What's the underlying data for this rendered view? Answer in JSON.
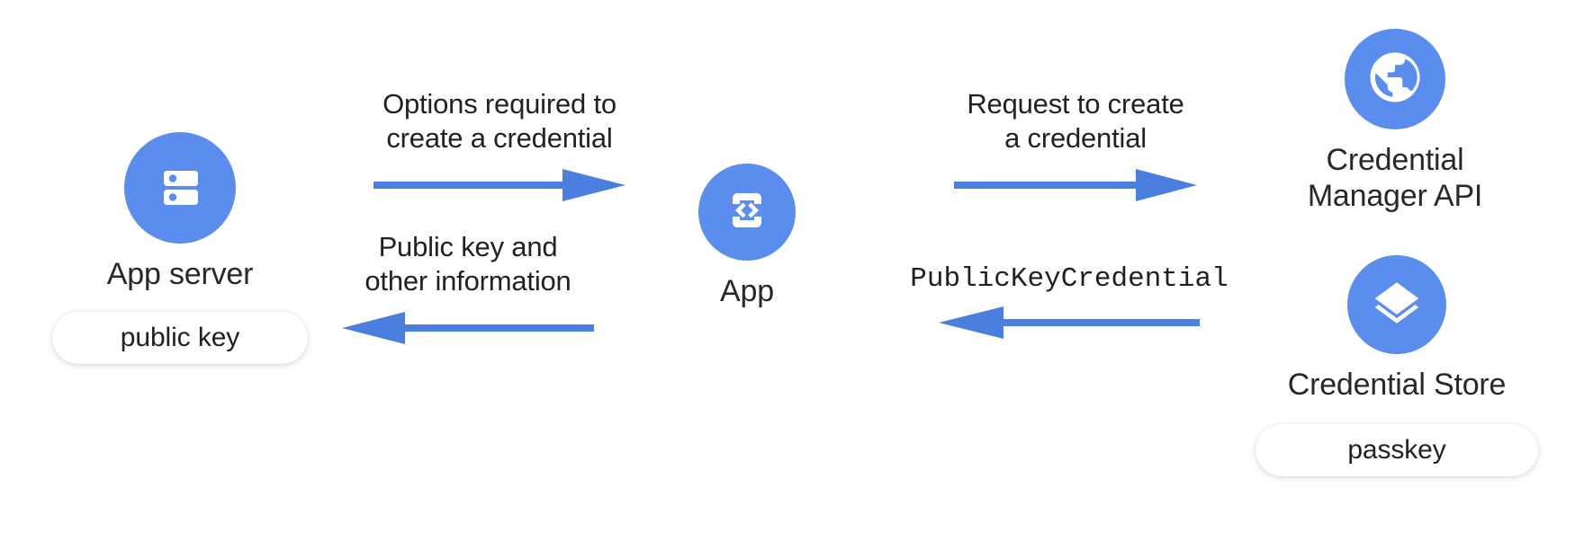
{
  "theme": {
    "accent_blue": "#5b8def",
    "arrow_blue": "#4a7fe0",
    "text_dark": "#202124",
    "background": "#ffffff"
  },
  "nodes": [
    {
      "id": "app-server",
      "icon": "server-icon",
      "label": "App server",
      "pill": "public key"
    },
    {
      "id": "app",
      "icon": "app-code-phone-icon",
      "label": "App",
      "pill": null
    },
    {
      "id": "credential-manager-api",
      "icon": "globe-icon",
      "label": "Credential\nManager API",
      "pill": null
    },
    {
      "id": "credential-store",
      "icon": "layers-icon",
      "label": "Credential Store",
      "pill": "passkey"
    }
  ],
  "arrows": [
    {
      "id": "options-required",
      "label": "Options required to\ncreate a credential",
      "direction": "right",
      "mono": false
    },
    {
      "id": "public-key-info",
      "label": "Public key and\nother information",
      "direction": "left",
      "mono": false
    },
    {
      "id": "request-to-create",
      "label": "Request to create\na credential",
      "direction": "right",
      "mono": false
    },
    {
      "id": "public-key-credential",
      "label": "PublicKeyCredential",
      "direction": "left",
      "mono": true
    }
  ]
}
